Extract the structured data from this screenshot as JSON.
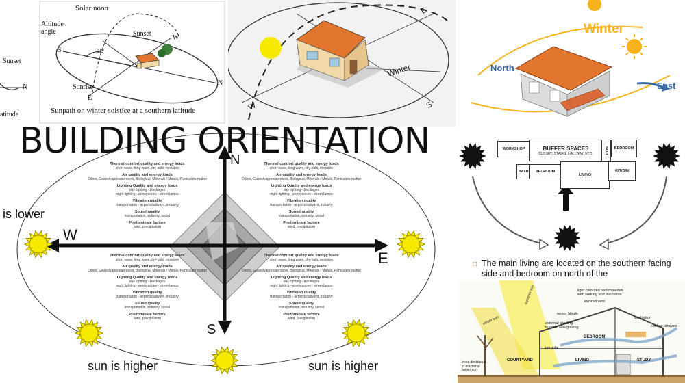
{
  "panel1": {
    "solar_noon": "Solar noon",
    "altitude_angle": "Altitude\nangle",
    "sunset": "Sunset",
    "sunset_left": "Sunset",
    "angle_value": "38°",
    "s": "S",
    "w": "W",
    "n": "N",
    "n_left": "N",
    "e": "E",
    "sunrise": "Sunrise",
    "caption": "Sunpath on winter solstice at a southern latitude",
    "latitude_fragment": "atitude"
  },
  "panel2": {
    "winter": "Winter",
    "e": "E",
    "w": "W",
    "s": "S"
  },
  "panel3": {
    "winter": "Winter",
    "north": "North",
    "east": "East"
  },
  "main": {
    "title": "BUILDING ORIENTATION",
    "n": "N",
    "s": "S",
    "w": "W",
    "e": "E",
    "is_lower": "is lower",
    "sun_is_higher_left": "sun is higher",
    "sun_is_higher_right": "sun is higher",
    "factors": [
      {
        "heading": "Thermal comfort quality and energy loads",
        "sub": "short wave, long wave, dry-bulb, moisture"
      },
      {
        "heading": "Air quality and energy loads",
        "sub": "Odors, Gases/vapors/aerosols, Biological, Minerals / Metals, Particulate matter"
      },
      {
        "heading": "Lighting Quality and energy loads",
        "sub": "day lighting - blockages\nnight lighting - annoyances - street lamps"
      },
      {
        "heading": "Vibration quality",
        "sub": "transportation - airports/railways, industry"
      },
      {
        "heading": "Sound quality",
        "sub": "transportation, industry, social"
      },
      {
        "heading": "Predominate factors",
        "sub": "wind, precipitation"
      }
    ]
  },
  "plan": {
    "workshop": "WORKSHOP",
    "buffer_title": "BUFFER SPACES",
    "buffer_sub": "CLOSET, STAIRS, HALLWAY, ETC.",
    "bath_top": "BATH",
    "bedroom_top": "BEDROOM",
    "bath": "BATH",
    "bedroom": "BEDROOM",
    "living": "LIVING",
    "kit_din": "KIT/DIN"
  },
  "note": {
    "bullet": "□",
    "text": "The main living are located on the southern facing side and bedroom on north of the"
  },
  "section": {
    "roof_note": "light coloured roof materials\nwith sarking and insulation",
    "louvred_vent": "louvred vent",
    "winter_blinds": "winter blinds",
    "ventilation": "ventilation",
    "external_shading": "external shading\nto north wall glazing",
    "cooling_breezes": "cooling breezes",
    "bedroom": "BEDROOM",
    "pergola": "pergola",
    "living": "LIVING",
    "study": "STUDY",
    "courtyard": "COURTYARD",
    "winter_sun": "winter sun",
    "summer_sun": "summer sun",
    "trees_note": "trees deciduous\nto maximise\nwinter sun"
  },
  "colors": {
    "sun_yellow": "#f5e900",
    "roof_orange": "#e2762e",
    "house_wall": "#f2d9a8",
    "sun_orange": "#f8b21b",
    "north_blue": "#3a6aa8"
  }
}
